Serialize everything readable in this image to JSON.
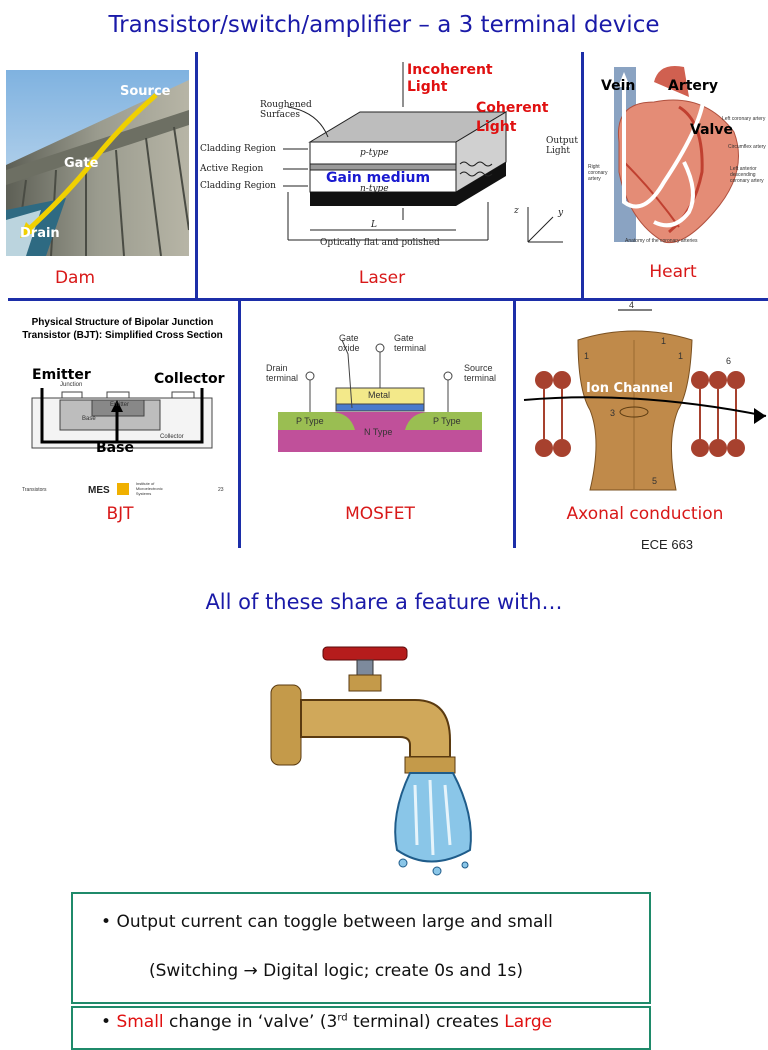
{
  "title": "Transistor/switch/amplifier – a 3 terminal device",
  "panels": {
    "dam": {
      "caption": "Dam",
      "source": "Source",
      "gate": "Gate",
      "drain": "Drain"
    },
    "laser": {
      "caption": "Laser",
      "incoherent": [
        "Incoherent",
        "Light"
      ],
      "coherent": [
        "Coherent",
        "Light"
      ],
      "gain": "Gain medium",
      "roughened": [
        "Roughened",
        "Surfaces"
      ],
      "cladding1": "Cladding Region",
      "active": "Active Region",
      "cladding2": "Cladding Region",
      "ptype": "p-type",
      "ntype": "n-type",
      "output": [
        "Output",
        "Light"
      ],
      "L": "L",
      "flat": "Optically flat and polished",
      "z": "z",
      "y": "y"
    },
    "heart": {
      "caption": "Heart",
      "vein": "Vein",
      "artery": "Artery",
      "valve": "Valve",
      "notes": [
        "Left coronary artery",
        "Circumflex artery",
        "Left anterior descending coronary artery",
        "Right coronary artery"
      ],
      "footer": "Anatomy of the coronary arteries"
    },
    "bjt": {
      "caption": "BJT",
      "header": [
        "Physical Structure of Bipolar Junction",
        "Transistor (BJT): Simplified Cross Section"
      ],
      "emitter": "Emitter",
      "collector": "Collector",
      "base": "Base",
      "inner": [
        "Base",
        "Emitter",
        "Collector",
        "Junction"
      ],
      "logo": "MES",
      "logo_sub": [
        "Institute of",
        "Microelectronic",
        "Systems"
      ],
      "footer_left": "Transistors",
      "footer_right": "23"
    },
    "mosfet": {
      "caption": "MOSFET",
      "gate_oxide": [
        "Gate",
        "oxide"
      ],
      "gate_terminal": [
        "Gate",
        "terminal"
      ],
      "drain_terminal": [
        "Drain",
        "terminal"
      ],
      "source_terminal": [
        "Source",
        "terminal"
      ],
      "metal": "Metal",
      "ptype_l": "P Type",
      "ptype_r": "P Type",
      "ntype": "N Type"
    },
    "axon": {
      "caption": "Axonal conduction",
      "ion": "Ion Channel",
      "nums": [
        "4",
        "1",
        "1",
        "1",
        "6",
        "3",
        "5"
      ]
    },
    "course": "ECE 663"
  },
  "subtitle": "All of these share a feature with…",
  "box1": {
    "line1": "Output current can toggle between large and small",
    "line2": "(Switching → Digital logic;  create 0s and 1s)"
  },
  "box2": {
    "small": "Small",
    "mid": " change in ‘valve’ (3",
    "sup": "rd",
    "rest": " terminal) creates ",
    "large": "Large"
  },
  "colors": {
    "blue": "#1a1aa8",
    "red": "#d81818",
    "teal": "#1f8a6a"
  }
}
